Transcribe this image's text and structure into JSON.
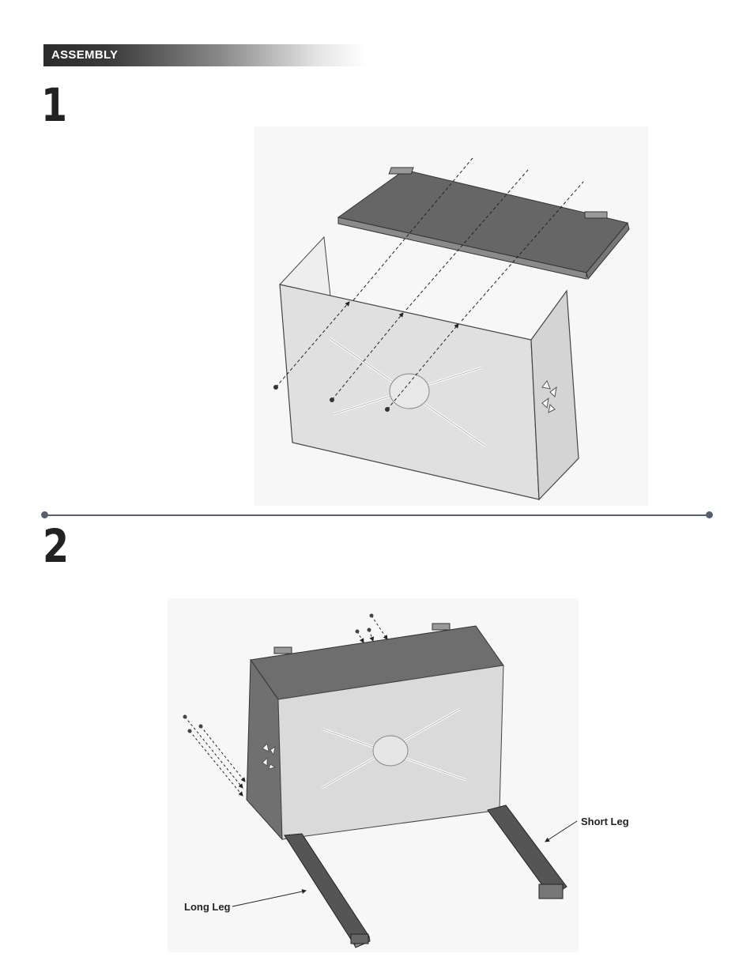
{
  "header": {
    "title": "ASSEMBLY"
  },
  "steps": [
    {
      "number": "1"
    },
    {
      "number": "2",
      "labels": {
        "short_leg": "Short Leg",
        "long_leg": "Long Leg"
      }
    }
  ]
}
